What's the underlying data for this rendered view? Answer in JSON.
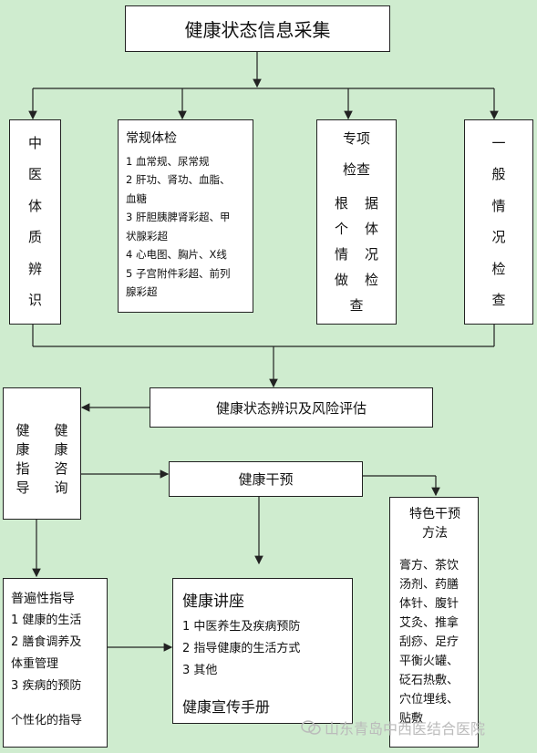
{
  "title": "健康状态信息采集",
  "col1_chars": [
    "中",
    "医",
    "体",
    "质",
    "辨",
    "识"
  ],
  "routine": {
    "title": "常规体检",
    "items": [
      "1 血常规、尿常规",
      "2 肝功、肾功、血脂、",
      "血糖",
      "3 肝胆胰脾肾彩超、甲",
      "状腺彩超",
      "4 心电图、胸片、X线",
      "5 子宫附件彩超、前列",
      "腺彩超"
    ]
  },
  "special": {
    "line1": "专项",
    "line2": "检查",
    "rows": [
      [
        "根",
        "据"
      ],
      [
        "个",
        "体"
      ],
      [
        "情",
        "况"
      ],
      [
        "做",
        "检"
      ]
    ],
    "last": "查"
  },
  "general_chars": [
    "一",
    "般",
    "情",
    "况",
    "检",
    "查"
  ],
  "assessment": "健康状态辨识及风险评估",
  "guidance": {
    "col_a": [
      "健",
      "康",
      "指",
      "导"
    ],
    "col_b": [
      "健",
      "康",
      "咨",
      "询"
    ]
  },
  "intervention": "健康干预",
  "special_methods": {
    "title_1": "特色干预",
    "title_2": "方法",
    "items": [
      "膏方、茶饮",
      "汤剂、药膳",
      "体针、腹针",
      "艾灸、推拿",
      "刮痧、足疗",
      "平衡火罐、",
      "砭石热敷、",
      "穴位埋线、",
      "贴敷"
    ]
  },
  "general_guidance": {
    "title": "普遍性指导",
    "items": [
      "1 健康的生活",
      "2 膳食调养及",
      "体重管理",
      "3 疾病的预防"
    ],
    "footer": "个性化的指导"
  },
  "lecture": {
    "title": "健康讲座",
    "items": [
      "1 中医养生及疾病预防",
      "2 指导健康的生活方式",
      "3 其他"
    ],
    "footer": "健康宣传手册"
  },
  "watermark": "山东青岛中西医结合医院",
  "colors": {
    "background": "#cfeccf",
    "box": "#ffffff",
    "line": "#222222"
  }
}
